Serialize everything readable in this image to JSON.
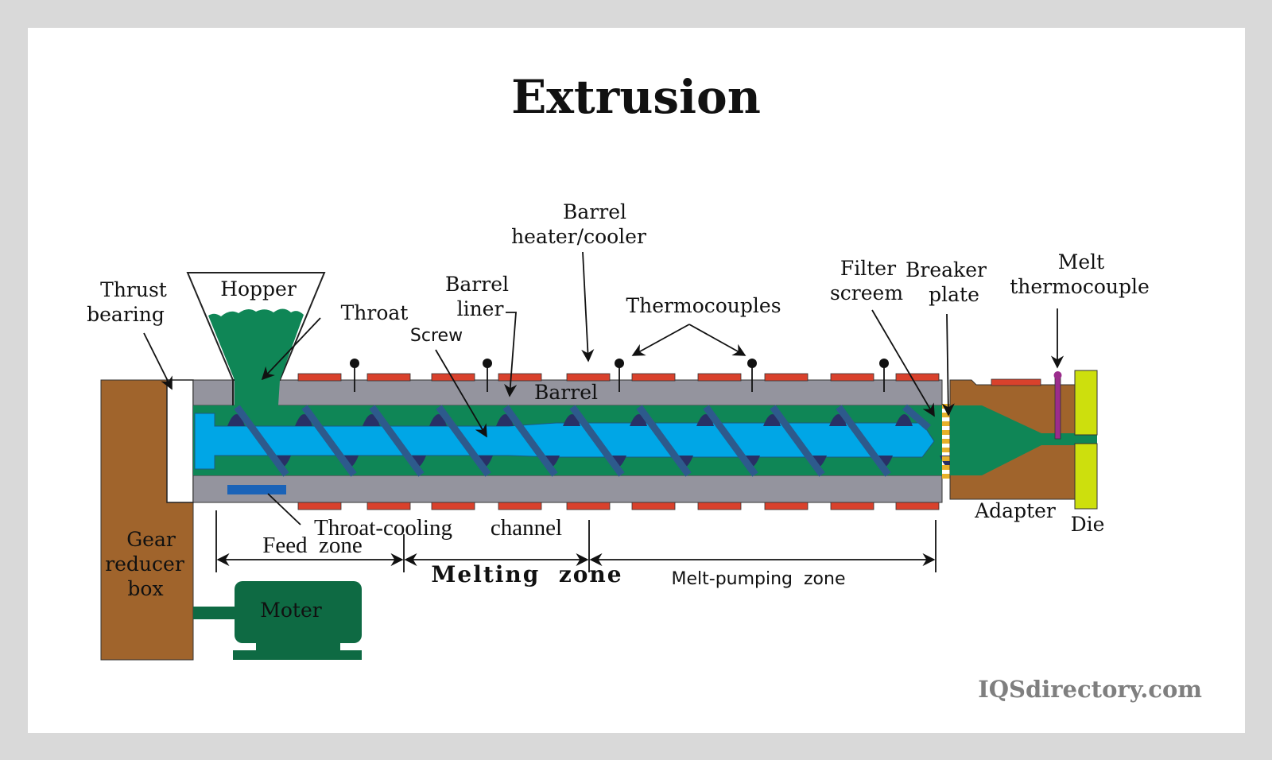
{
  "title": "Extrusion",
  "watermark": "IQSdirectory.com",
  "colors": {
    "frame": "#d9d9d9",
    "gear_box": "#a0642c",
    "barrel": "#94949e",
    "melt": "#0f8656",
    "screw": "#00a6e6",
    "flight": "#2d5a8c",
    "flight_dark": "#283066",
    "heater": "#d9412c",
    "breaker_plate": "#e7b12a",
    "die": "#cddf0d",
    "melt_thermocouple": "#9b2c8c",
    "motor": "#0e6a43",
    "cooling_channel": "#1a63b8",
    "watermark": "#7f7f7f"
  },
  "labels": {
    "thrust_bearing": [
      "Thrust",
      "bearing"
    ],
    "hopper": "Hopper",
    "throat": "Throat",
    "barrel_liner": [
      "Barrel",
      "liner"
    ],
    "screw": "Screw",
    "barrel_heater": [
      "Barrel",
      "heater/cooler"
    ],
    "thermocouples": "Thermocouples",
    "barrel": "Barrel",
    "filter_screen": [
      "Filter",
      "screem"
    ],
    "breaker_plate": [
      "Breaker",
      "plate"
    ],
    "melt_thermocouple": [
      "Melt",
      "thermocouple"
    ],
    "adapter": "Adapter",
    "die": "Die",
    "gear_reducer": [
      "Gear",
      "reducer",
      "box"
    ],
    "motor": "Moter",
    "throat_cooling": "Throat-cooling",
    "channel": "channel",
    "feed_zone": "Feed  zone",
    "melting_zone": "Melting  zone",
    "melt_pumping_zone": "Melt-pumping  zone"
  }
}
